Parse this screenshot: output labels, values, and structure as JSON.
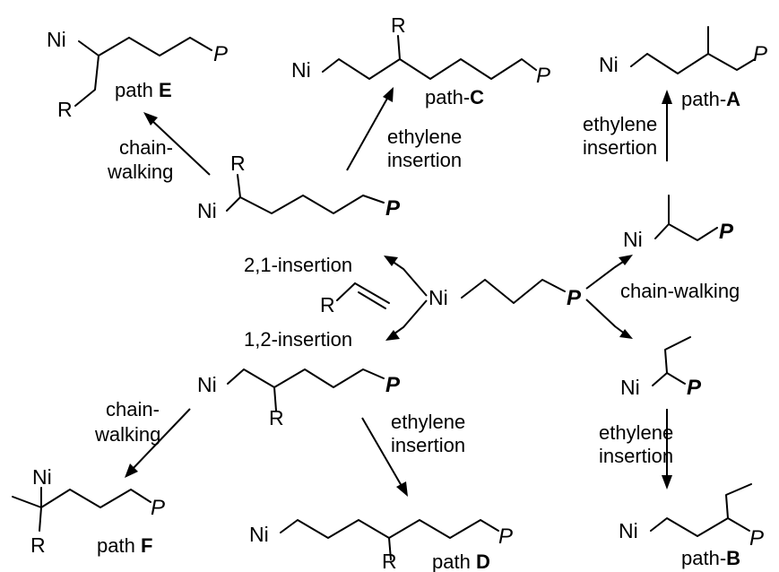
{
  "atoms": {
    "ni": "Ni",
    "r": "R",
    "p": "P"
  },
  "labels": {
    "insertion_21": "2,1-insertion",
    "insertion_12": "1,2-insertion",
    "chain_walking": "chain-walking",
    "chain_walking_l1": "chain-",
    "chain_walking_l2": "walking",
    "ethylene_l1": "ethylene",
    "ethylene_l2": "insertion"
  },
  "paths": {
    "a": {
      "prefix": "path-",
      "letter": "A"
    },
    "b": {
      "prefix": "path-",
      "letter": "B"
    },
    "c": {
      "prefix": "path-",
      "letter": "C"
    },
    "d": {
      "prefix": "path ",
      "letter": "D"
    },
    "e": {
      "prefix": "path ",
      "letter": "E"
    },
    "f": {
      "prefix": "path ",
      "letter": "F"
    }
  }
}
